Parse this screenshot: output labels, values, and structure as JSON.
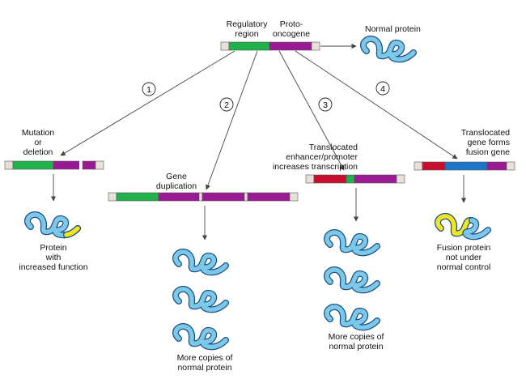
{
  "colors": {
    "regulatory": "#1fb24a",
    "protooncogene": "#9a1a93",
    "end_cap": "#e8e0d8",
    "enhancer": "#c8102e",
    "fusion_partner": "#1d75c8",
    "protein": "#7cc8e8",
    "protein_outline": "#1b4f86",
    "altered_protein": "#f2e620",
    "arrow": "#444444"
  },
  "icons": [
    "normal-protein-icon",
    "altered-protein-icon"
  ],
  "top": {
    "regulatory_label_1": "Regulatory",
    "regulatory_label_2": "region",
    "proto_label_1": "Proto-",
    "proto_label_2": "oncogene",
    "normal_protein_label": "Normal protein"
  },
  "mechanisms": [
    {
      "number": "1",
      "gene_label": [
        "Mutation",
        "or",
        "deletion"
      ],
      "result_label": [
        "Protein",
        "with",
        "increased function"
      ]
    },
    {
      "number": "2",
      "gene_label": [
        "Gene",
        "duplication"
      ],
      "result_label": [
        "More copies of",
        "normal protein"
      ]
    },
    {
      "number": "3",
      "gene_label": [
        "Translocated",
        "enhancer/promoter",
        "increases transcription"
      ],
      "result_label": [
        "More copies of",
        "normal protein"
      ]
    },
    {
      "number": "4",
      "gene_label": [
        "Translocated",
        "gene forms",
        "fusion gene"
      ],
      "result_label": [
        "Fusion protein",
        "not under",
        "normal control"
      ]
    }
  ]
}
